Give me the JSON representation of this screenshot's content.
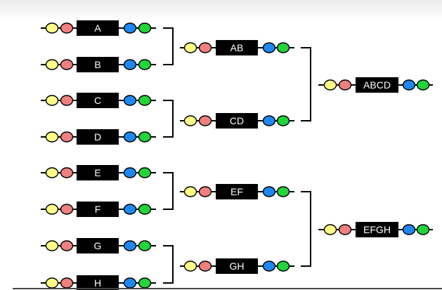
{
  "colors": {
    "yellow": "#ffff88",
    "red": "#f07f7f",
    "blue": "#1e88f0",
    "green": "#22d43a",
    "label_bg": "#000000",
    "label_text": "#ffffff",
    "line": "#000000"
  },
  "constructs": {
    "a": "A",
    "b": "B",
    "c": "C",
    "d": "D",
    "e": "E",
    "f": "F",
    "g": "G",
    "h": "H",
    "ab": "AB",
    "cd": "CD",
    "ef": "EF",
    "gh": "GH",
    "abcd": "ABCD",
    "efgh": "EFGH"
  }
}
